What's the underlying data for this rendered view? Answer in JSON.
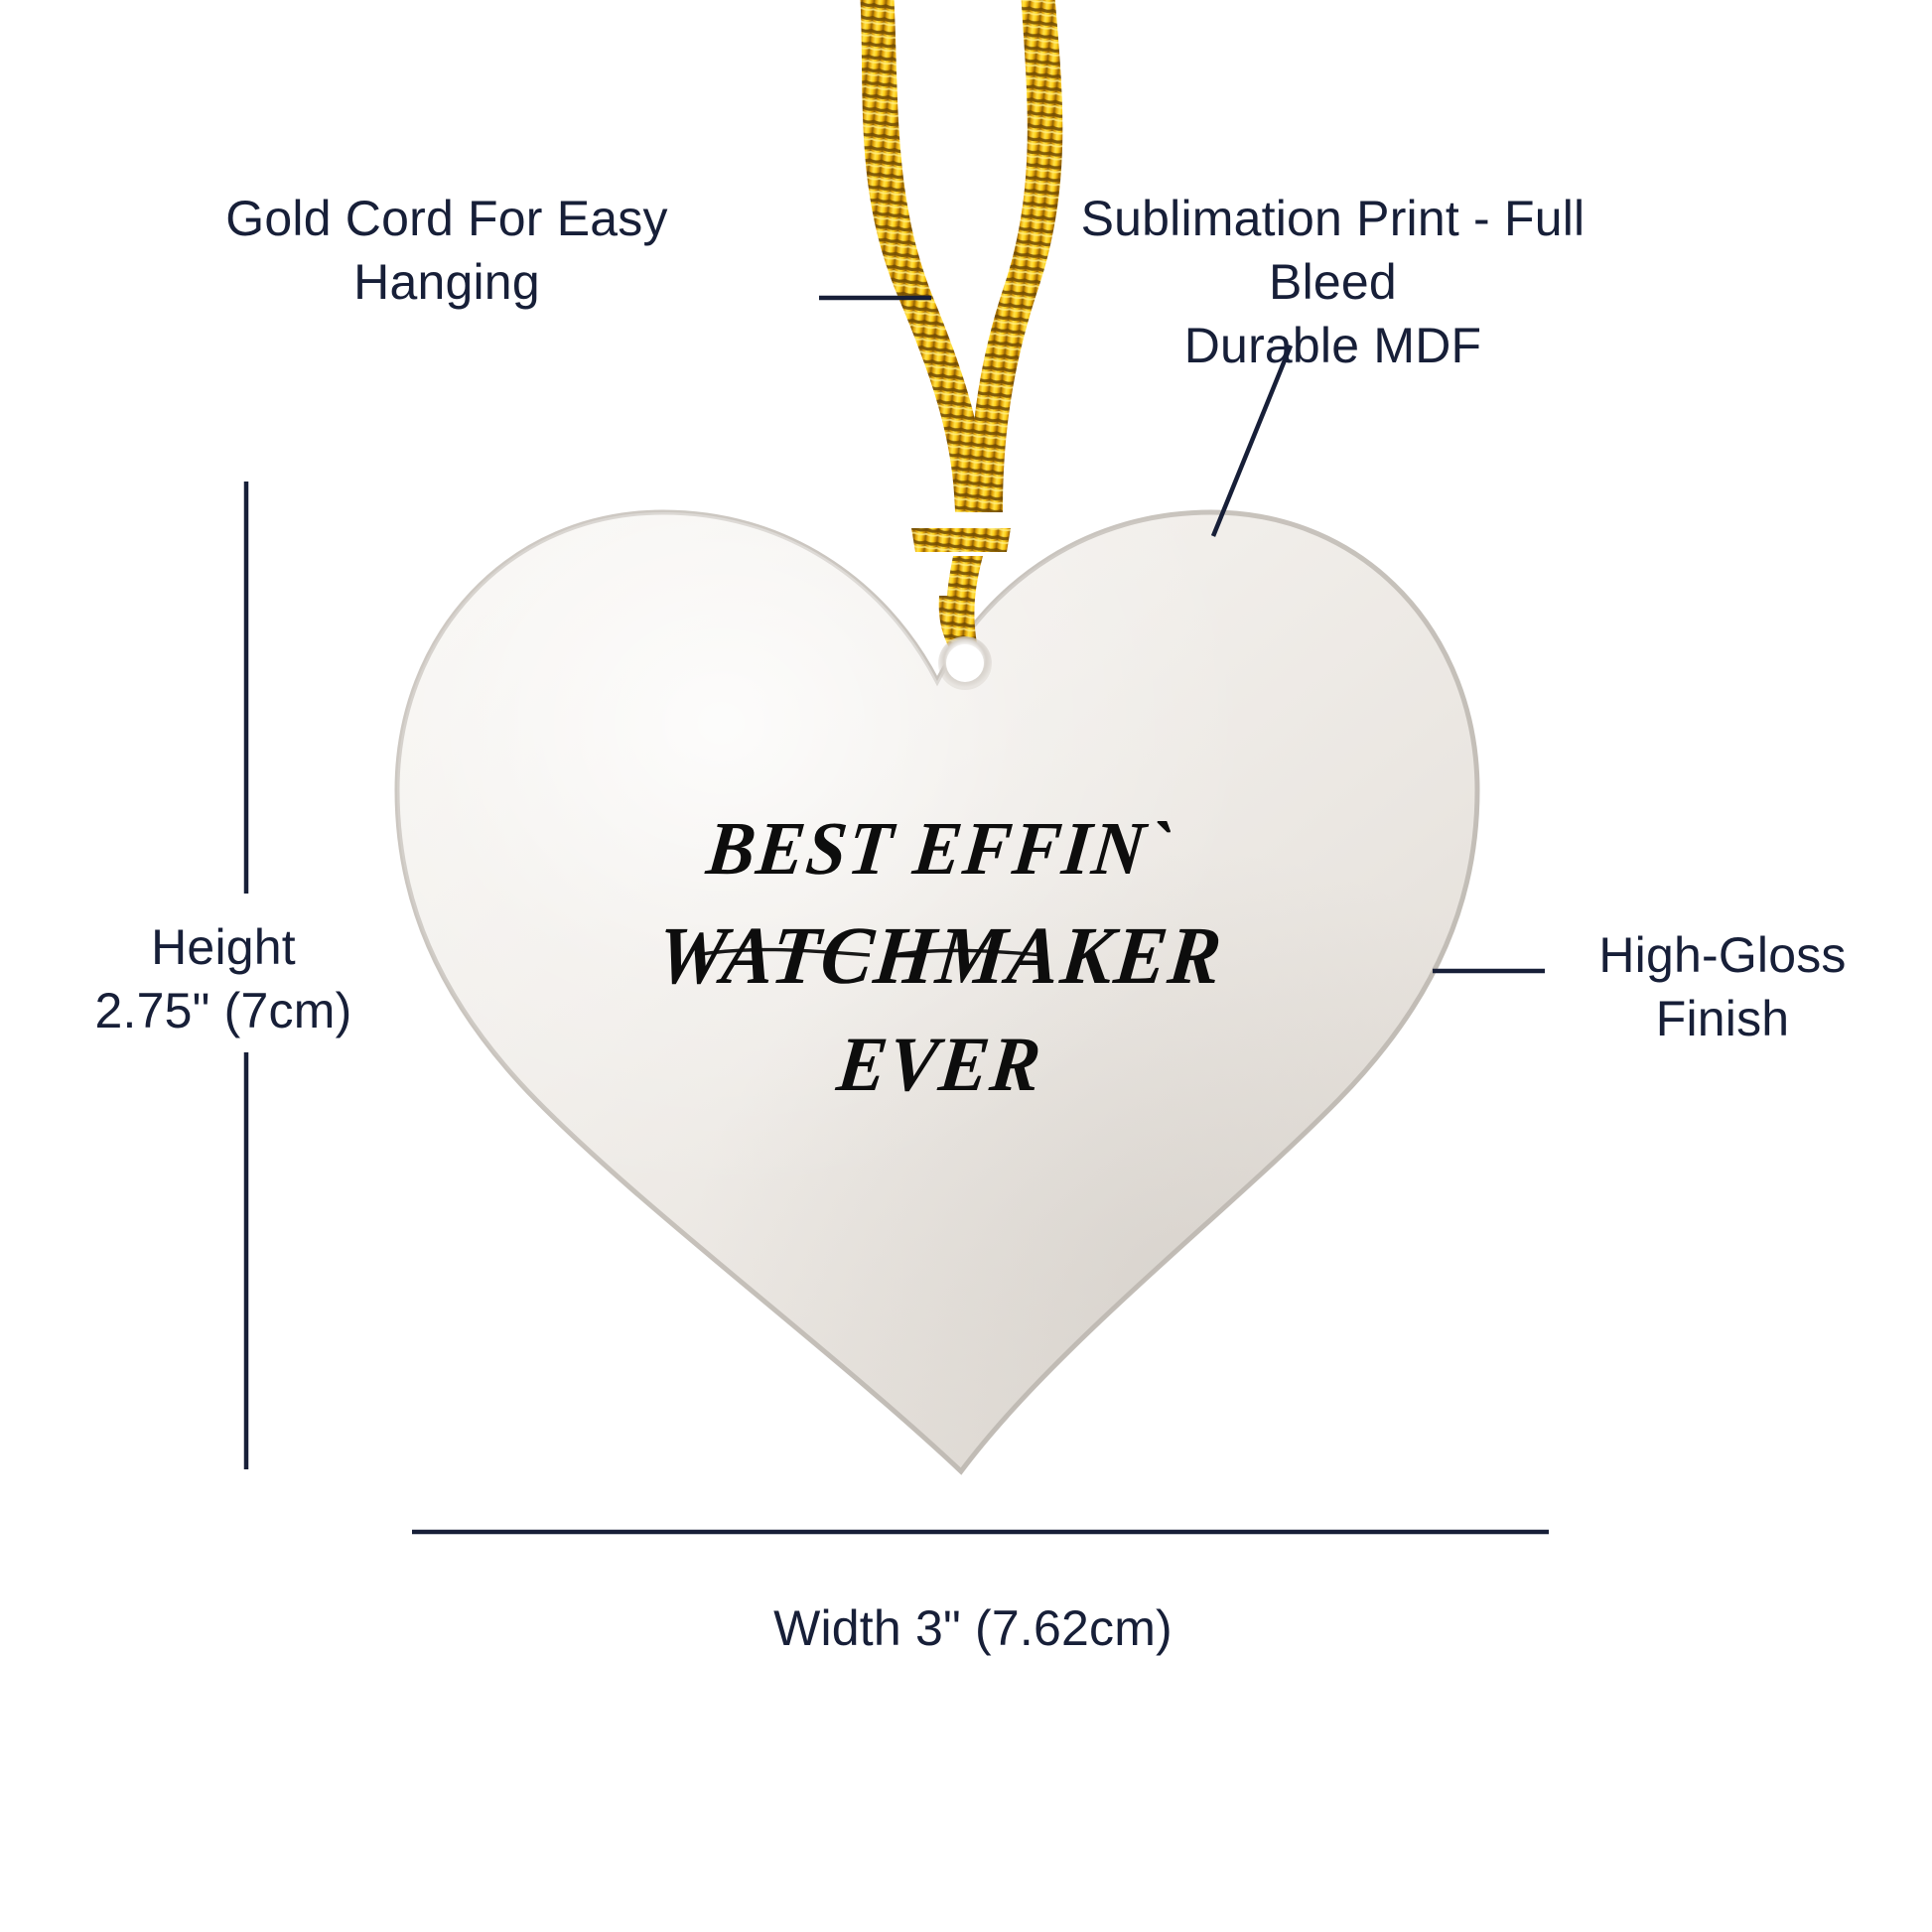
{
  "product": {
    "shape": "heart-ornament",
    "surface_color": "#efebe7",
    "cord_color": "#f2b705",
    "ornament_text_lines": [
      "BEST EFFIN`",
      "WATCHMAKER",
      "EVER"
    ],
    "ornament_text": "BEST EFFIN` WATCHMAKER EVER",
    "ornament_text_color": "#0d0d0d"
  },
  "annotations": {
    "gold_cord": "Gold Cord For Easy\nHanging",
    "sublimation": "Sublimation Print - Full Bleed\nDurable MDF",
    "gloss": "High-Gloss\nFinish"
  },
  "dimensions": {
    "height_label": "Height\n2.75\" (7cm)",
    "height_value": "2.75\"",
    "height_metric": "7cm",
    "width_label": "Width 3\" (7.62cm)",
    "width_value": "3\"",
    "width_metric": "7.62cm"
  },
  "style": {
    "text_color": "#171f38",
    "line_color": "#171f38",
    "background": "#ffffff"
  }
}
